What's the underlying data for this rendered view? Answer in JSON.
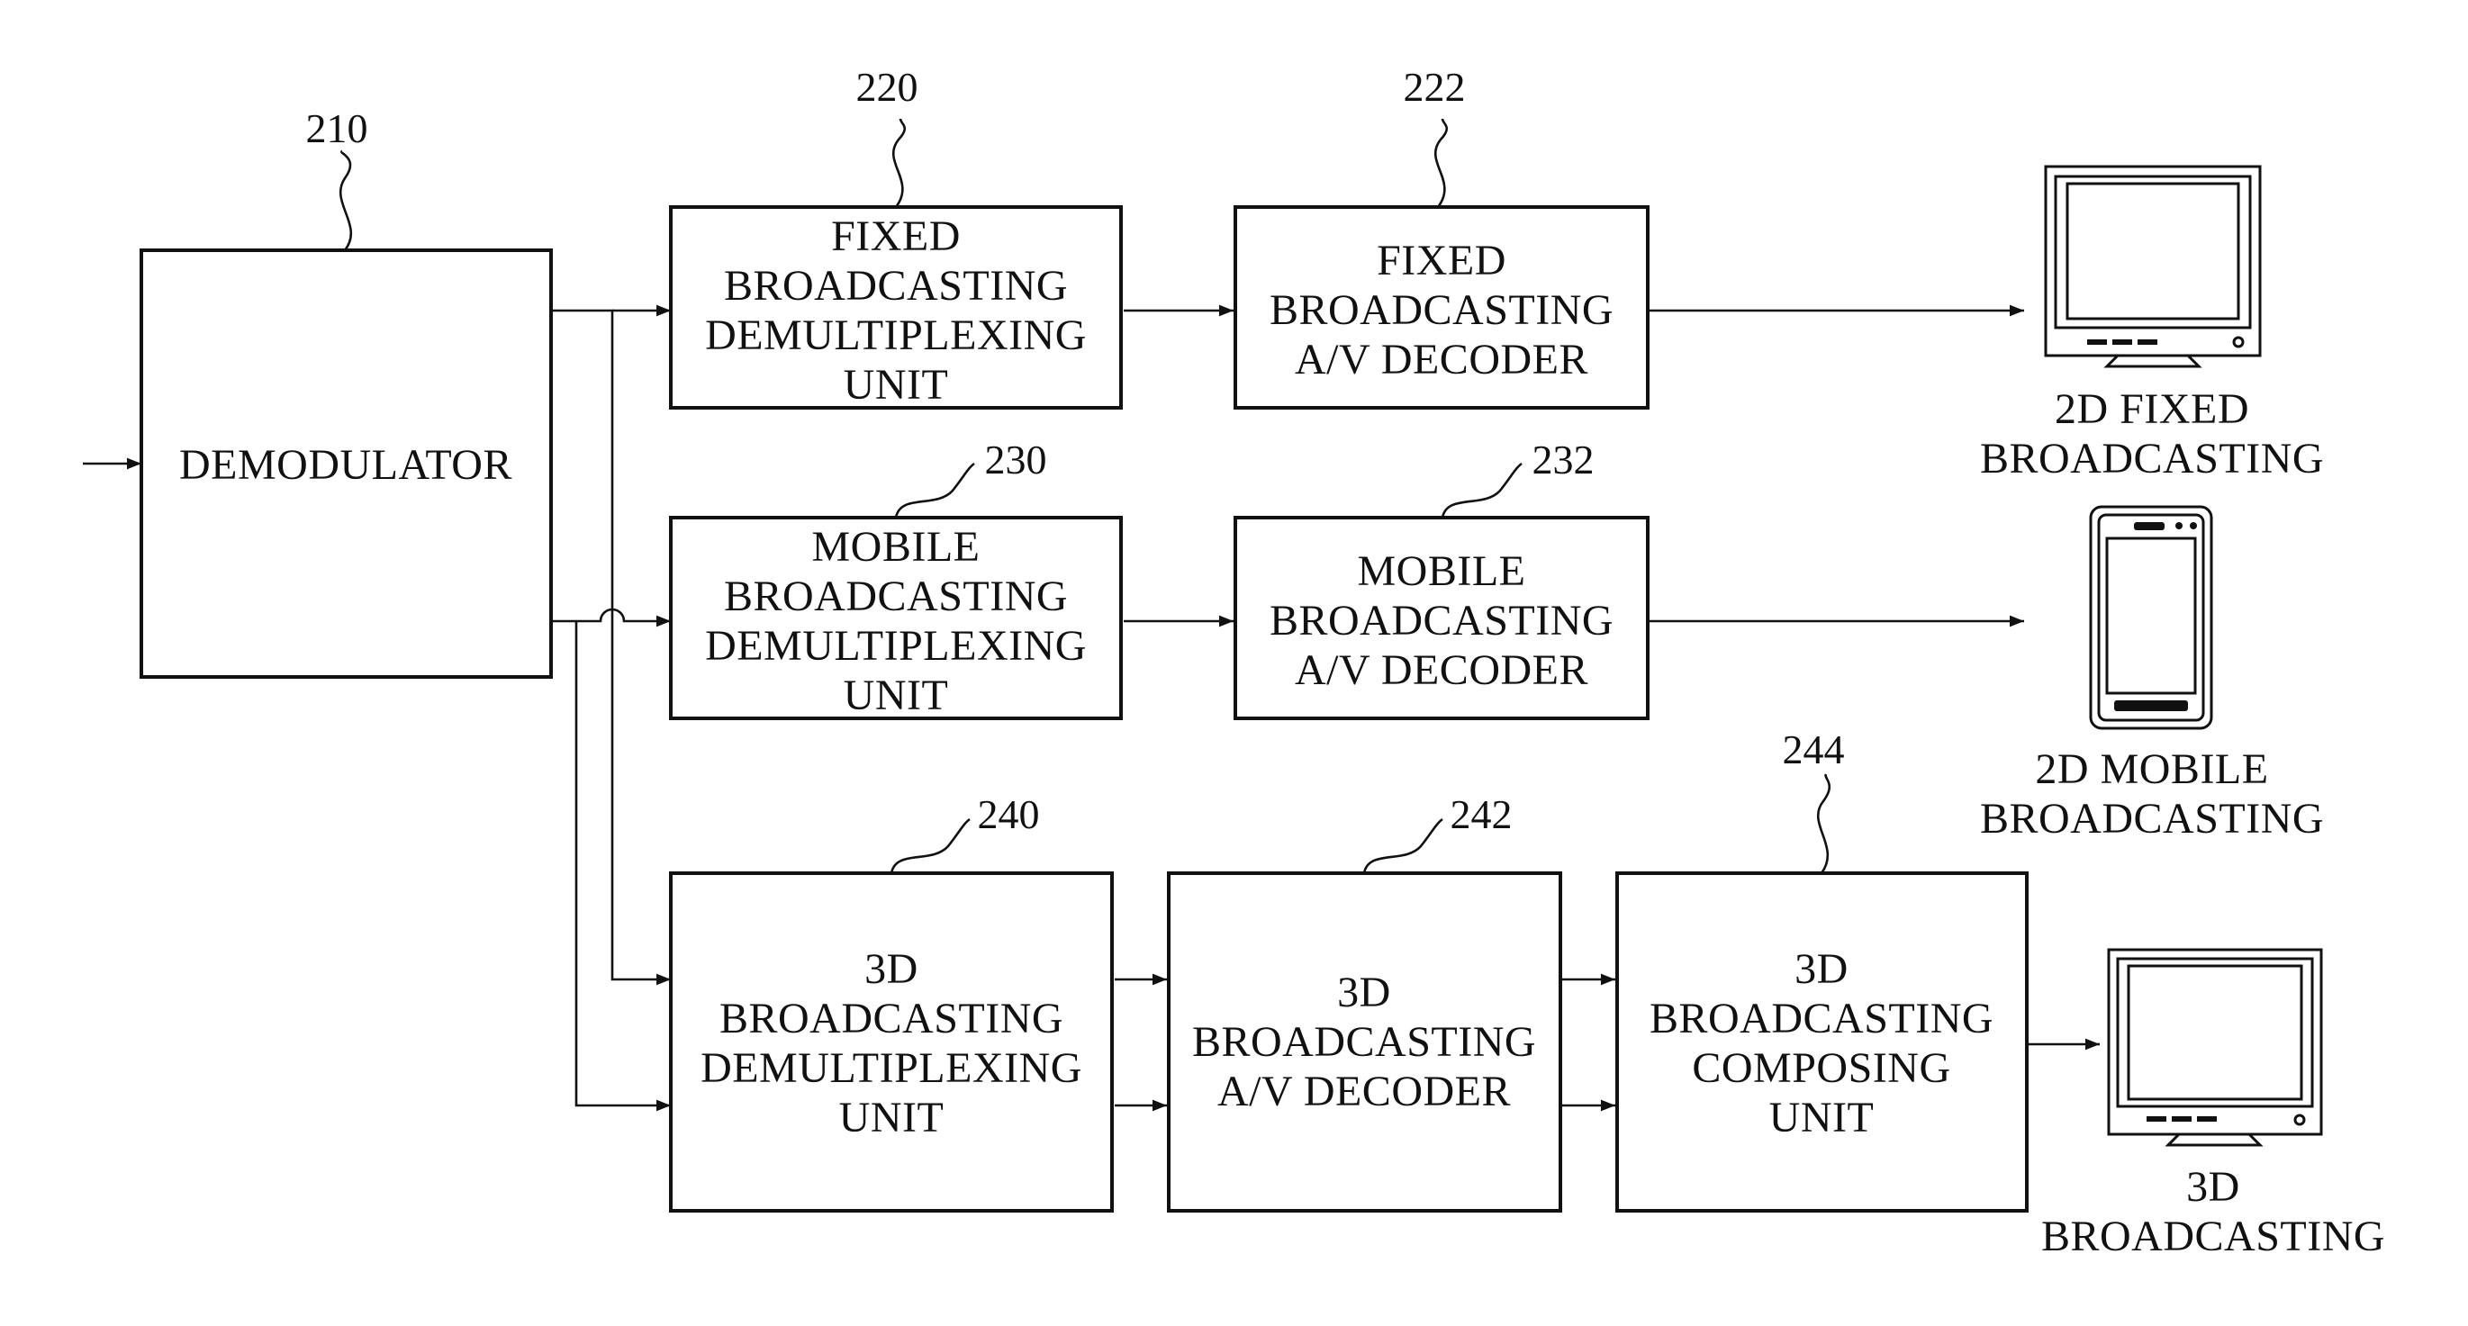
{
  "blocks": {
    "demodulator": {
      "ref": "210",
      "lines": [
        "DEMODULATOR"
      ]
    },
    "fixed_demux": {
      "ref": "220",
      "lines": [
        "FIXED",
        "BROADCASTING",
        "DEMULTIPLEXING",
        "UNIT"
      ]
    },
    "fixed_decoder": {
      "ref": "222",
      "lines": [
        "FIXED",
        "BROADCASTING",
        "A/V DECODER"
      ]
    },
    "mobile_demux": {
      "ref": "230",
      "lines": [
        "MOBILE",
        "BROADCASTING",
        "DEMULTIPLEXING",
        "UNIT"
      ]
    },
    "mobile_decoder": {
      "ref": "232",
      "lines": [
        "MOBILE",
        "BROADCASTING",
        "A/V DECODER"
      ]
    },
    "demux_3d": {
      "ref": "240",
      "lines": [
        "3D",
        "BROADCASTING",
        "DEMULTIPLEXING",
        "UNIT"
      ]
    },
    "decoder_3d": {
      "ref": "242",
      "lines": [
        "3D",
        "BROADCASTING",
        "A/V DECODER"
      ]
    },
    "composer_3d": {
      "ref": "244",
      "lines": [
        "3D",
        "BROADCASTING",
        "COMPOSING",
        "UNIT"
      ]
    }
  },
  "outputs": {
    "fixed_2d": {
      "device": "monitor-icon",
      "lines": [
        "2D FIXED",
        "BROADCASTING"
      ]
    },
    "mobile_2d": {
      "device": "mobile-phone-icon",
      "lines": [
        "2D MOBILE",
        "BROADCASTING"
      ]
    },
    "broadcast_3d": {
      "device": "monitor-icon",
      "lines": [
        "3D",
        "BROADCASTING"
      ]
    }
  }
}
